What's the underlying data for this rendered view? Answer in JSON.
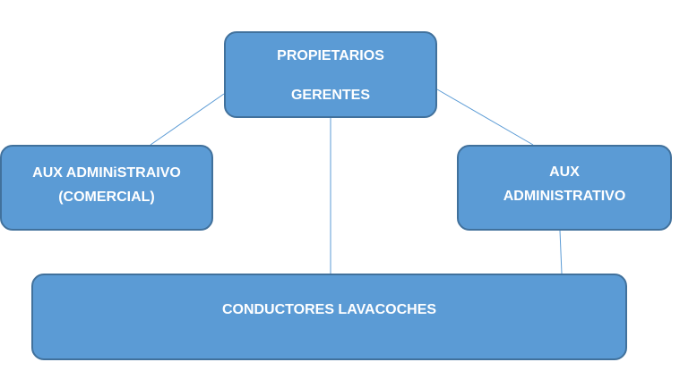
{
  "diagram": {
    "top": {
      "line1": "PROPIETARIOS",
      "line2": "GERENTES"
    },
    "left": {
      "line1": "AUX ADMINiSTRAIVO",
      "line2": "(COMERCIAL)"
    },
    "right": {
      "line1": "AUX",
      "line2": "ADMINISTRATIVO"
    },
    "bottom": {
      "line1": "CONDUCTORES LAVACOCHES"
    },
    "colors": {
      "fill": "#5b9bd5",
      "border": "#41719c",
      "connector": "#5b9bd5"
    }
  }
}
